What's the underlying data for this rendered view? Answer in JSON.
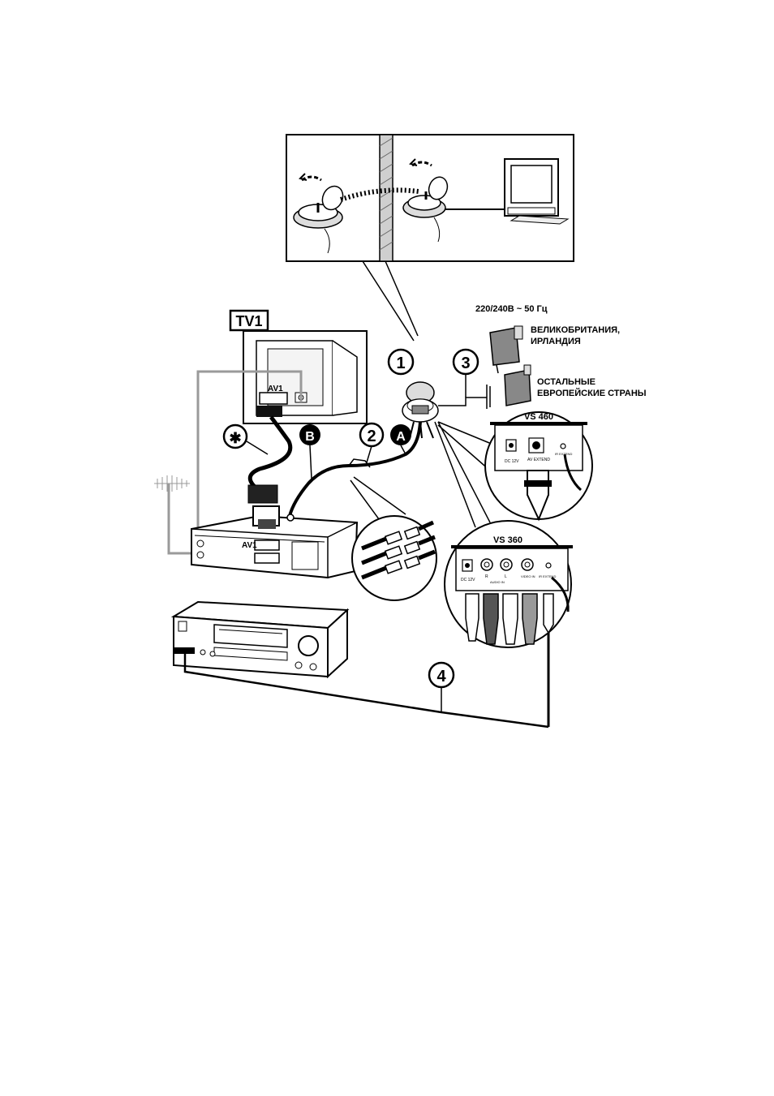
{
  "power": {
    "voltage": "220/240В ~ 50 Гц",
    "uk_line1": "ВЕЛИКОБРИТАНИЯ,",
    "uk_line2": "ИРЛАНДИЯ",
    "eu_line1": "ОСТАЛЬНЫЕ",
    "eu_line2": "ЕВРОПЕЙСКИЕ СТРАНЫ"
  },
  "tv": {
    "label": "TV1",
    "socket": "AV1"
  },
  "vcr": {
    "socket": "AV1"
  },
  "callouts": {
    "c1": "1",
    "c2": "2",
    "c3": "3",
    "c4": "4",
    "cA": "A",
    "cB": "B",
    "cStar": "✱"
  },
  "vs460": {
    "title": "VS 460",
    "dc": "DC 12V",
    "av": "AV EXTEND",
    "ir": "IR EXTEND"
  },
  "vs360": {
    "title": "VS 360",
    "dc": "DC 12V",
    "r": "R",
    "l": "L",
    "audio_in": "AUDIO IN",
    "video_in": "VIDEO IN",
    "ir": "IR EXTEND"
  }
}
